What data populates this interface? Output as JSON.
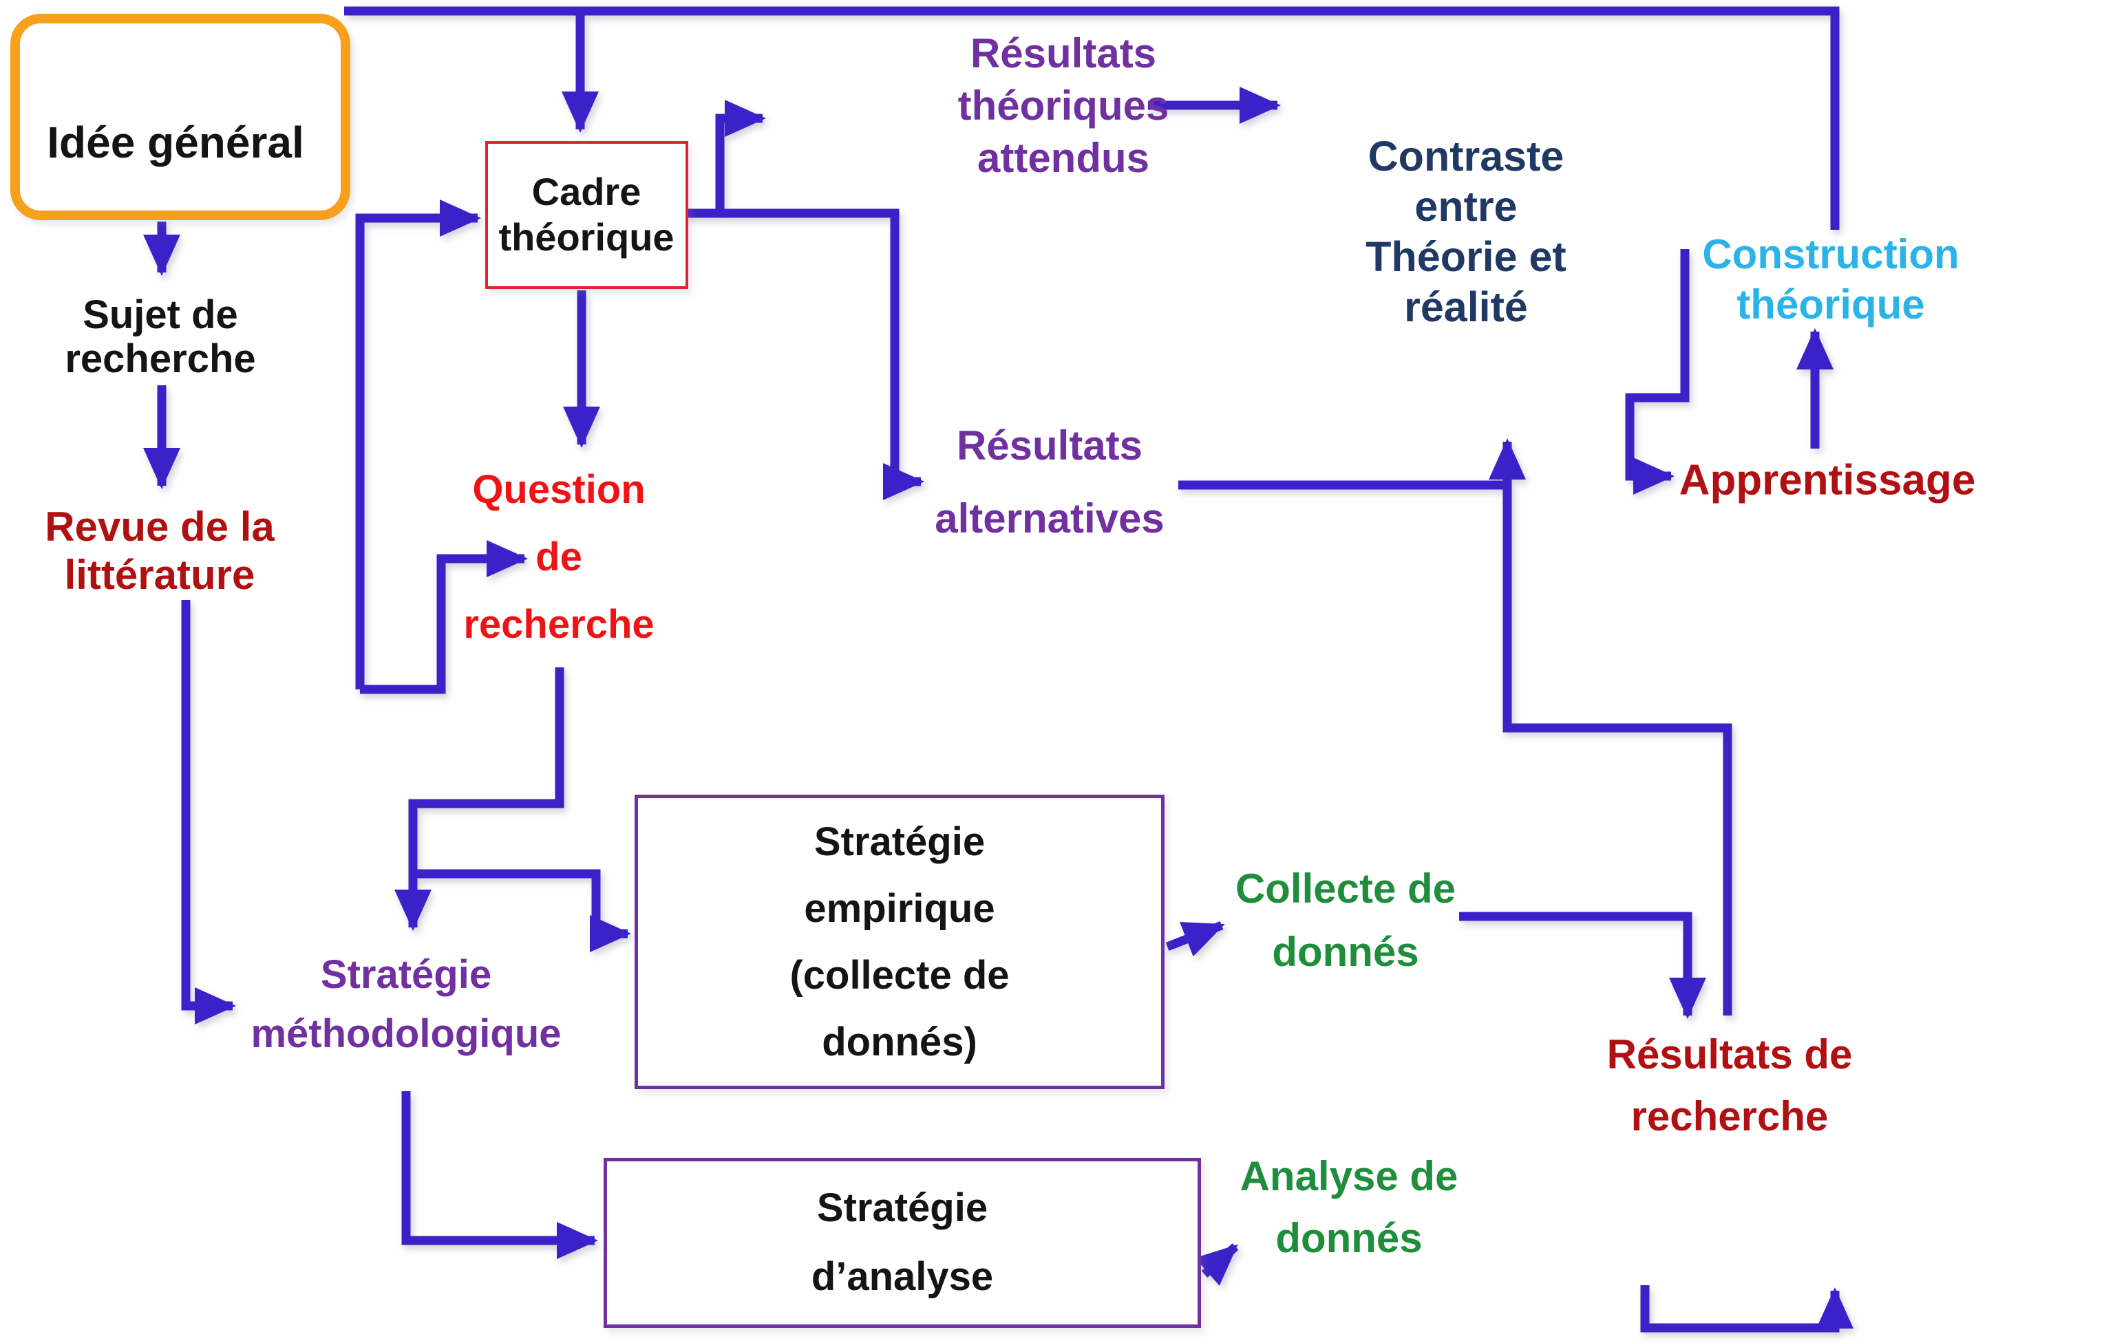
{
  "background": "#ffffff",
  "colors": {
    "arrow": "#3B22C8",
    "black": "#141414",
    "purple": "#7030A0",
    "navy": "#1F3864",
    "cyan": "#2BB3E8",
    "green": "#1F8E3C",
    "dark_red": "#B01011",
    "bright_red": "#EF1316",
    "orange_border": "#F6A01B",
    "red_border": "#E02427",
    "purple_border": "#7030A0"
  },
  "nodes": {
    "idee_general": {
      "lines": [
        "Idée général"
      ],
      "color_key": "black",
      "boxed": "orange"
    },
    "sujet_recherche": {
      "lines": [
        "Sujet de",
        "recherche"
      ],
      "color_key": "black"
    },
    "revue_litterature": {
      "lines": [
        "Revue de la",
        "littérature"
      ],
      "color_key": "dark_red"
    },
    "cadre_theorique": {
      "lines": [
        "Cadre",
        "théorique"
      ],
      "color_key": "black",
      "boxed": "red"
    },
    "question_recherche": {
      "lines": [
        "Question",
        "de",
        "recherche"
      ],
      "color_key": "bright_red"
    },
    "resultats_theoriques": {
      "lines": [
        "Résultats",
        "théoriques",
        "attendus"
      ],
      "color_key": "purple"
    },
    "resultats_alternatives": {
      "lines": [
        "Résultats",
        "alternatives"
      ],
      "color_key": "purple"
    },
    "contraste": {
      "lines": [
        "Contraste",
        "entre",
        "Théorie et",
        "réalité"
      ],
      "color_key": "navy"
    },
    "construction_theorique": {
      "lines": [
        "Construction",
        "théorique"
      ],
      "color_key": "cyan"
    },
    "apprentissage": {
      "lines": [
        "Apprentissage"
      ],
      "color_key": "dark_red"
    },
    "strategie_methodologique": {
      "lines": [
        "Stratégie",
        "méthodologique"
      ],
      "color_key": "purple"
    },
    "strategie_empirique": {
      "lines": [
        "Stratégie",
        "empirique",
        "(collecte de",
        "donnés)"
      ],
      "color_key": "black",
      "boxed": "purple"
    },
    "strategie_analyse": {
      "lines": [
        "Stratégie",
        "d’analyse"
      ],
      "color_key": "black",
      "boxed": "purple"
    },
    "collecte_donnees": {
      "lines": [
        "Collecte de",
        "donnés"
      ],
      "color_key": "green"
    },
    "analyse_donnees": {
      "lines": [
        "Analyse de",
        "donnés"
      ],
      "color_key": "green"
    },
    "resultats_recherche": {
      "lines": [
        "Résultats de",
        "recherche"
      ],
      "color_key": "dark_red"
    }
  },
  "edges": [
    {
      "from": "idee_general",
      "to": "sujet_recherche"
    },
    {
      "from": "sujet_recherche",
      "to": "revue_litterature"
    },
    {
      "from": "revue_litterature",
      "to": "strategie_methodologique"
    },
    {
      "from": "revue_litterature",
      "to": "cadre_theorique"
    },
    {
      "from": "revue_litterature",
      "to": "question_recherche"
    },
    {
      "from": "construction_theorique",
      "to": "cadre_theorique"
    },
    {
      "from": "cadre_theorique",
      "to": "resultats_theoriques"
    },
    {
      "from": "cadre_theorique",
      "to": "resultats_alternatives"
    },
    {
      "from": "cadre_theorique",
      "to": "question_recherche"
    },
    {
      "from": "resultats_theoriques",
      "to": "contraste"
    },
    {
      "from": "resultats_alternatives",
      "to": "contraste"
    },
    {
      "from": "resultats_recherche",
      "to": "contraste"
    },
    {
      "from": "contraste",
      "to": "apprentissage"
    },
    {
      "from": "apprentissage",
      "to": "construction_theorique"
    },
    {
      "from": "question_recherche",
      "to": "strategie_methodologique"
    },
    {
      "from": "question_recherche",
      "to": "strategie_empirique"
    },
    {
      "from": "strategie_methodologique",
      "to": "strategie_analyse"
    },
    {
      "from": "strategie_empirique",
      "to": "collecte_donnees"
    },
    {
      "from": "collecte_donnees",
      "to": "resultats_recherche"
    },
    {
      "from": "strategie_analyse",
      "to": "analyse_donnees"
    },
    {
      "from": "analyse_donnees",
      "to": "resultats_recherche"
    }
  ]
}
